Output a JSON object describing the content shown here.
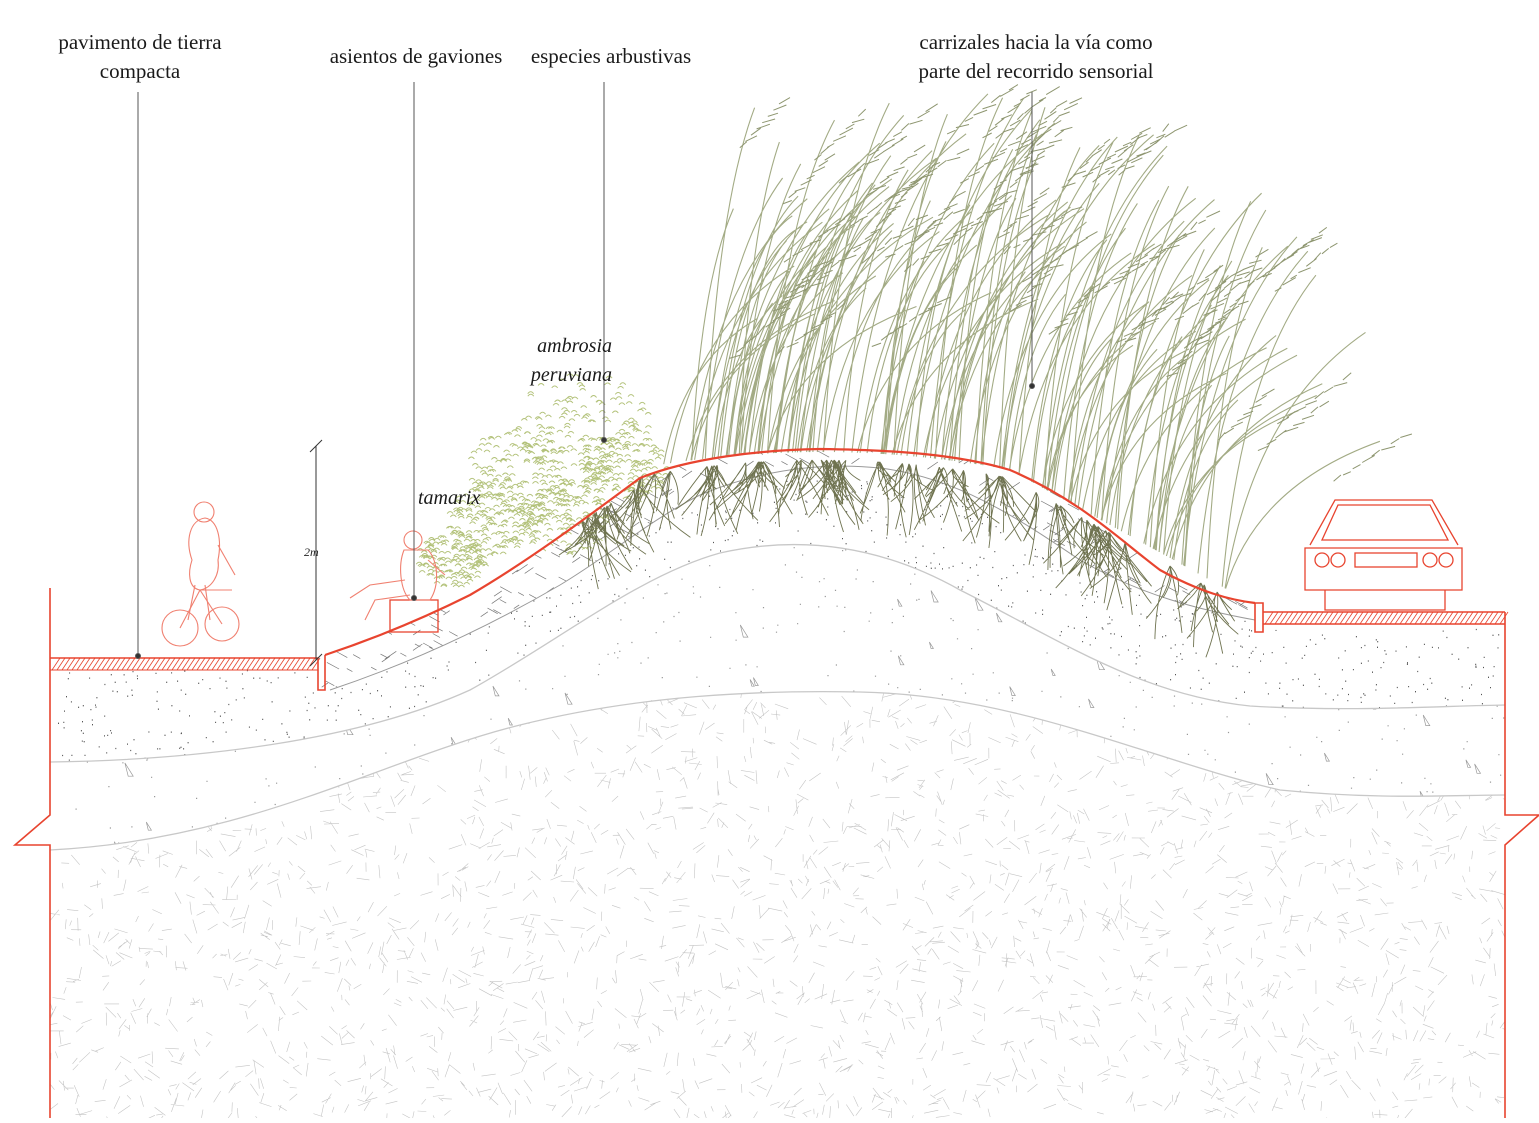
{
  "labels": {
    "pavement_line1": "pavimento de tierra",
    "pavement_line2": "compacta",
    "gabion_seats": "asientos de gaviones",
    "shrub_species": "especies arbustivas",
    "reeds_line1": "carrizales hacia la vía como",
    "reeds_line2": "parte del recorrido sensorial",
    "ambrosia_line1": "ambrosia",
    "ambrosia_line2": "peruviana",
    "tamarix": "tamarix",
    "height_dimension": "2m"
  },
  "colors": {
    "section_outline": "#e8442f",
    "figure_line": "#f08070",
    "reeds": "#a3ab85",
    "shrubs": "#b3c27a",
    "soil_layers": "#c8c8c8",
    "leader_lines": "#555555"
  }
}
